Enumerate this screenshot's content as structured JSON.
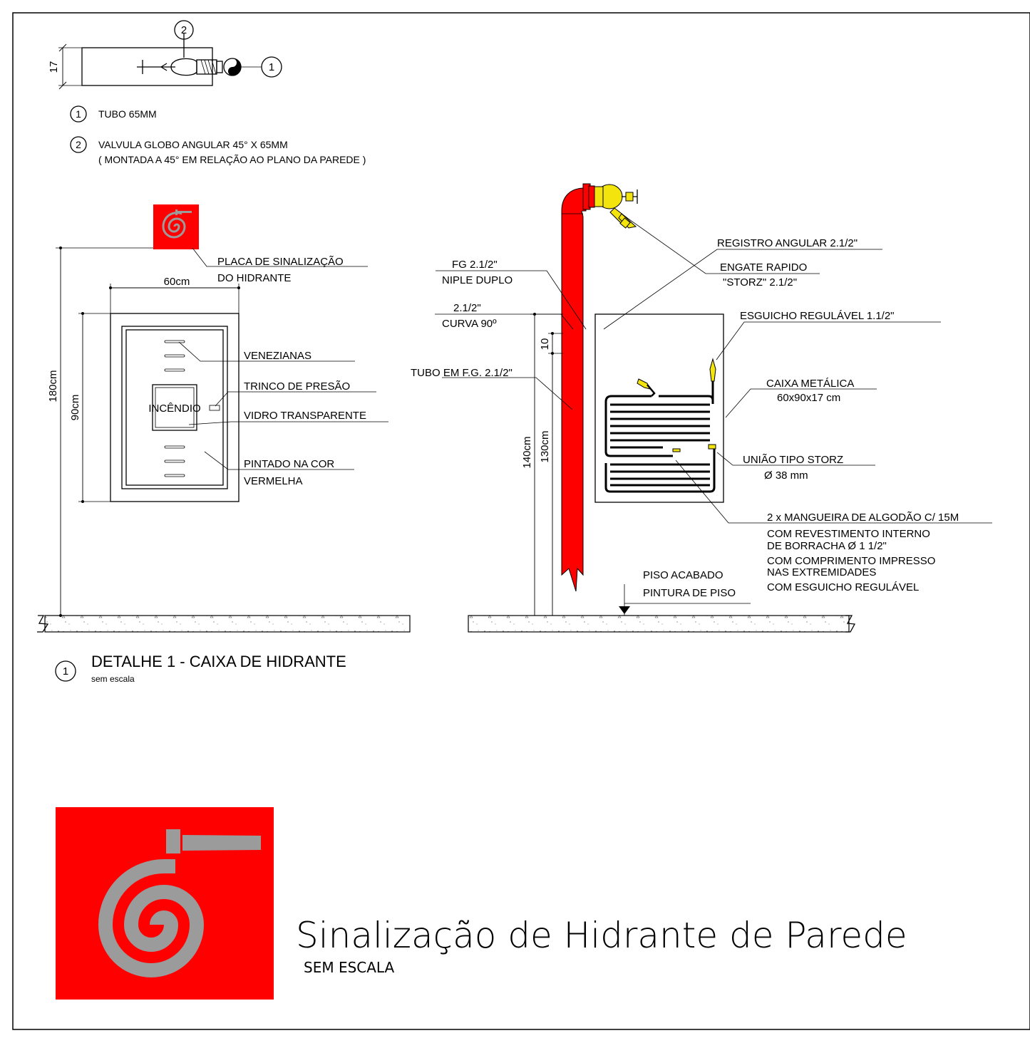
{
  "top_view": {
    "dim_17": "17",
    "callout_1": "1",
    "callout_2": "2",
    "legend": [
      {
        "num": "1",
        "text": "TUBO 65MM"
      },
      {
        "num": "2",
        "text": "VALVULA GLOBO ANGULAR 45° X 65MM",
        "text2": "( MONTADA A 45° EM RELAÇÃO AO PLANO DA PAREDE )"
      }
    ]
  },
  "front_view": {
    "sign_label_1": "PLACA DE SINALIZAÇÃO",
    "sign_label_2": "DO HIDRANTE",
    "dim_width": "60cm",
    "dim_height_box": "90cm",
    "dim_height_total": "180cm",
    "incendio": "INCÊNDIO",
    "venezianas": "VENEZIANAS",
    "trinco": "TRINCO DE PRESÃO",
    "vidro": "VIDRO TRANSPARENTE",
    "pintado_1": "PINTADO NA COR",
    "pintado_2": "VERMELHA"
  },
  "side_view": {
    "registro": "REGISTRO ANGULAR 2.1/2\"",
    "engate_1": "ENGATE RAPIDO",
    "engate_2": "\"STORZ\" 2.1/2\"",
    "fg": "FG 2.1/2\"",
    "niple": "NIPLE DUPLO",
    "curva_1": "2.1/2\"",
    "curva_2": "CURVA 90º",
    "tubo": "TUBO EM F.G.  2.1/2\"",
    "esguicho": "ESGUICHO REGULÁVEL 1.1/2\"",
    "caixa_1": "CAIXA METÁLICA",
    "caixa_2": "60x90x17 cm",
    "uniao_1": "UNIÃO TIPO STORZ",
    "uniao_2": "Ø 38 mm",
    "mangueira": [
      "2 x MANGUEIRA DE ALGODÃO C/ 15M",
      "COM REVESTIMENTO INTERNO",
      "DE BORRACHA Ø 1 1/2\"",
      "COM COMPRIMENTO IMPRESSO",
      "NAS EXTREMIDADES",
      "COM ESGUICHO REGULÁVEL"
    ],
    "piso_1": "PISO ACABADO",
    "piso_2": "PINTURA DE PISO",
    "dim_10": "10",
    "dim_130": "130cm",
    "dim_140": "140cm"
  },
  "detail_title": {
    "num": "1",
    "title": "DETALHE 1 - CAIXA DE HIDRANTE",
    "scale": "sem escala"
  },
  "sign_title": {
    "title": "Sinalização de Hidrante de Parede",
    "scale": "SEM ESCALA"
  },
  "colors": {
    "red": "#ff0000",
    "gray": "#9b9b9b",
    "yellow": "#f2e40c"
  }
}
